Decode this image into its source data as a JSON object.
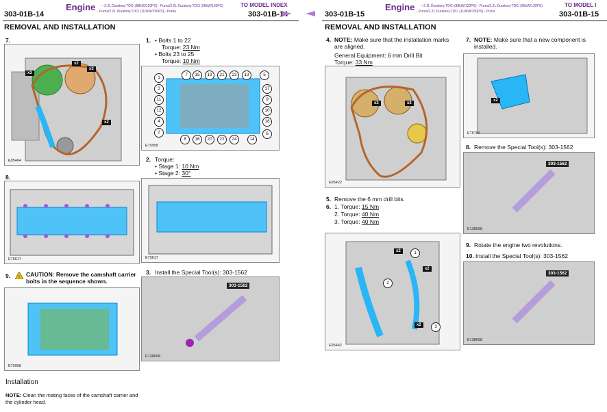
{
  "left_page": {
    "header": {
      "engine": "Engine",
      "subtitle_1": "– 2.2L Duratorq-TDCi (88kW/120PS) - Puma/2.2L Duratorq-TDCi (96kW/130PS)",
      "subtitle_2": "- Puma/2.2L Duratorq-TDCi (110kW/150PS) - Puma",
      "model_index": "TO MODEL INDEX",
      "code_left": "303-01B-14",
      "code_right": "303-01B-14"
    },
    "section_title": "REMOVAL AND INSTALLATION",
    "step7_label": "7.",
    "fig_E95464": "E95464",
    "step8_label": "8.",
    "fig_E75617a": "E75617",
    "step9_label": "9.",
    "step9_caution": "CAUTION: Remove the camshaft carrier bolts in the sequence shown.",
    "fig_E75958a": "E75958",
    "step1": {
      "num": "1.",
      "bullet1": "Bolts 1 to 22",
      "torque1_label": "Torque:",
      "torque1": "23 Nm",
      "bullet2": "Bolts 23 to 25",
      "torque2_label": "Torque:",
      "torque2": "10 Nm"
    },
    "fig_E75958b": "E75958",
    "step2": {
      "num": "2.",
      "label": "Torque:",
      "stage1_label": "Stage 1:",
      "stage1": "10 Nm",
      "stage2_label": "Stage 2:",
      "stage2": "30°"
    },
    "fig_E75617b": "E75617",
    "step3": "Install the Special Tool(s): 303-1562",
    "step3_num": "3.",
    "tool_tag": "303-1562",
    "fig_E138698a": "E138698",
    "installation_heading": "Installation",
    "note_label": "NOTE:",
    "note_text": "Clean the mating faces of the camshaft carrier and the cylinder head.",
    "bolt_numbers_top": [
      "7",
      "15",
      "19",
      "21",
      "23",
      "13",
      "5"
    ],
    "bolt_numbers_left": [
      "1",
      "3",
      "11",
      "12",
      "4",
      "2"
    ],
    "bolt_numbers_right": [
      "17",
      "9",
      "10",
      "18",
      "6"
    ],
    "bolt_numbers_bottom": [
      "8",
      "16",
      "20",
      "22",
      "24",
      "14"
    ],
    "x_tags": [
      "x3",
      "x2",
      "x3",
      "x2"
    ]
  },
  "right_page": {
    "header": {
      "engine": "Engine",
      "subtitle_1": "– 2.2L Duratorq-TDCi (88kW/120PS) - Puma/2.2L Duratorq-TDCi (96kW/130PS)",
      "subtitle_2": "- Puma/2.2L Duratorq-TDCi (110kW/150PS) - Puma",
      "model_index": "TO MODEL I",
      "code_left": "303-01B-15",
      "code_right": "303-01B-15"
    },
    "section_title": "REMOVAL AND INSTALLATION",
    "step4": {
      "num": "4.",
      "note_label": "NOTE:",
      "note_text": "Make sure that the installation marks are aligned.",
      "equipment": "General Equipment: 6 mm Drill Bit",
      "torque_label": "Torque:",
      "torque": "33 Nm"
    },
    "fig_E95422": "E95422",
    "step5": "Remove the 6 mm drill bits.",
    "step5_num": "5.",
    "step6": {
      "num": "6.",
      "t1_num": "1.",
      "t1_label": "Torque:",
      "t1": "15 Nm",
      "t2_num": "2.",
      "t2_label": "Torque:",
      "t2": "40 Nm",
      "t3_num": "3.",
      "t3_label": "Torque:",
      "t3": "40 Nm"
    },
    "fig_E95442": "E95442",
    "step7": {
      "num": "7.",
      "note_label": "NOTE:",
      "note_text": "Make sure that a new component is installed."
    },
    "fig_E75760": "E75760",
    "step8": "Remove the Special Tool(s): 303-1562",
    "step8_num": "8.",
    "fig_E138698b": "E138698",
    "step9": "Rotate the engine two revolutions.",
    "step9_num": "9.",
    "step10": "Install the Special Tool(s): 303-1562",
    "step10_num": "10.",
    "fig_E138698c": "E138698",
    "tool_tag": "303-1562",
    "x_tags": [
      "x2",
      "x3",
      "x2",
      "x2",
      "x2",
      "x2"
    ],
    "seq_numbers": [
      "1",
      "2",
      "3"
    ]
  }
}
